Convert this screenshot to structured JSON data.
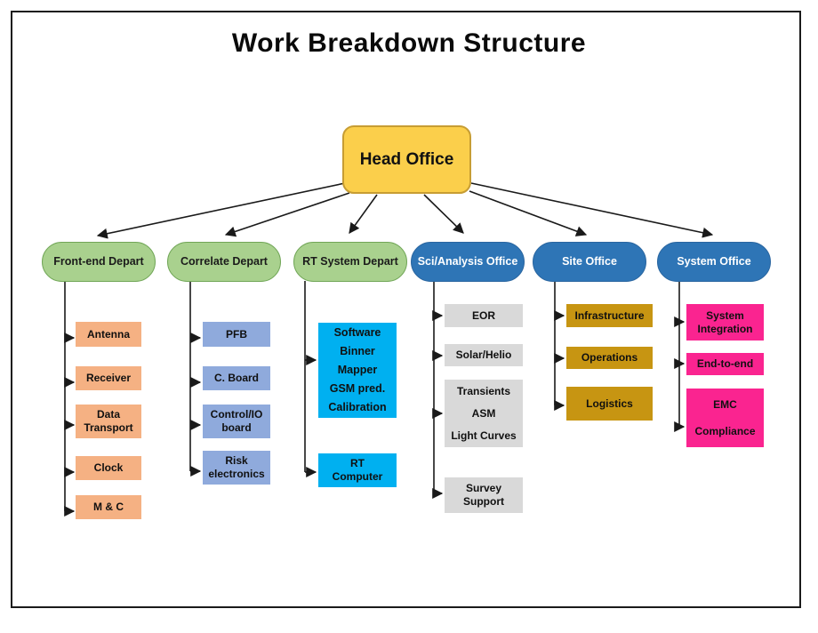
{
  "title": "Work Breakdown Structure",
  "root": {
    "label": "Head Office"
  },
  "palette": {
    "root_fill": "#FBCF4B",
    "root_border": "#C79D33",
    "dept_green": "#A9D18E",
    "dept_blue": "#2E75B6",
    "child_orange": "#F5B183",
    "child_light_blue": "#8FAADC",
    "child_cyan": "#00B0F0",
    "child_gray": "#D9D9D9",
    "child_gold": "#C79512",
    "child_magenta": "#FA2490",
    "connector": "#1a1a1a"
  },
  "departments": [
    {
      "label": "Front-end Depart",
      "children": [
        {
          "label": "Antenna"
        },
        {
          "label": "Receiver"
        },
        {
          "label": "Data\nTransport"
        },
        {
          "label": "Clock"
        },
        {
          "label": "M & C"
        }
      ]
    },
    {
      "label": "Correlate Depart",
      "children": [
        {
          "label": "PFB"
        },
        {
          "label": "C. Board"
        },
        {
          "label": "Control/IO\nboard"
        },
        {
          "label": "Risk\nelectronics"
        }
      ]
    },
    {
      "label": "RT System Depart",
      "children": [
        {
          "label": "Software\nBinner\nMapper\nGSM pred.\nCalibration"
        },
        {
          "label": "RT\nComputer"
        }
      ]
    },
    {
      "label": "Sci/Analysis Office",
      "children": [
        {
          "label": "EOR"
        },
        {
          "label": "Solar/Helio"
        },
        {
          "label": "Transients\nASM\nLight Curves"
        },
        {
          "label": "Survey\nSupport"
        }
      ]
    },
    {
      "label": "Site Office",
      "children": [
        {
          "label": "Infrastructure"
        },
        {
          "label": "Operations"
        },
        {
          "label": "Logistics"
        }
      ]
    },
    {
      "label": "System Office",
      "children": [
        {
          "label": "System\nIntegration"
        },
        {
          "label": "End-to-end"
        },
        {
          "label": "EMC\nCompliance"
        }
      ]
    }
  ]
}
